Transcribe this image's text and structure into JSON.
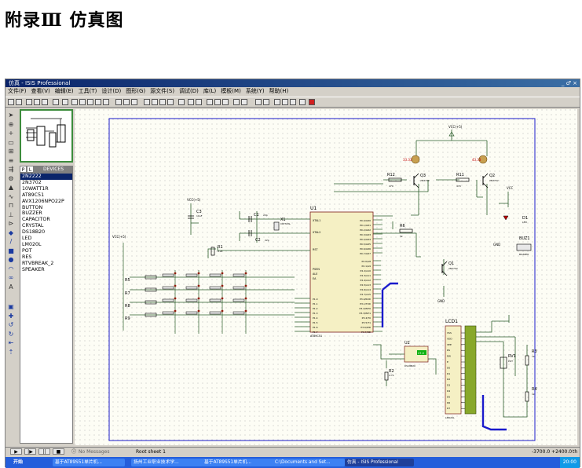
{
  "heading": "附录Ⅲ  仿真图",
  "window": {
    "title": "仿真 - ISIS Professional",
    "controls": "_ ♂ ×",
    "menu": [
      "文件(F)",
      "查看(V)",
      "编辑(E)",
      "工具(T)",
      "设计(D)",
      "图形(G)",
      "源文件(S)",
      "调试(D)",
      "库(L)",
      "模板(M)",
      "系统(Y)",
      "帮助(H)"
    ]
  },
  "panel": {
    "tab_p": "P",
    "tab_l": "L",
    "tab_devices": "DEVICES",
    "devices": [
      "2N2222",
      "2N3702",
      "10WATT1R",
      "AT89C51",
      "AVX1206NPO22P",
      "BUTTON",
      "BUZZER",
      "CAPACITOR",
      "CRYSTAL",
      "DS18B20",
      "LED",
      "LM020L",
      "POT",
      "RES",
      "RTVBREAK_2",
      "SPEAKER"
    ],
    "selected_index": 0
  },
  "status": {
    "messages": "No Messages",
    "sheet": "Root sheet 1",
    "coords": "-3700.0  +2400.0",
    "unit": "th"
  },
  "taskbar": {
    "start": "开始",
    "tasks": [
      "基于AT89S51单片机...",
      "扬州工业职业技术学...",
      "基于AT89S51单片机...",
      "C:\\Documents and Set...",
      "仿真 - ISIS Professional"
    ],
    "active_index": 4,
    "clock": "20:00"
  },
  "schematic": {
    "labels": {
      "vcc1": "VCC(+5)",
      "vcc2": "VCC(+5)",
      "vcc3": "VCC",
      "vcc4": "VCC(+5)",
      "c1": "C1",
      "c1v": "22p",
      "c2": "C2",
      "c2v": "22p",
      "c3": "C3",
      "c3v": "10uF",
      "x1": "X1",
      "x1v": "CRYSTAL",
      "r1": "R1",
      "r1v": "8.2k",
      "u1": "U1",
      "u1v": "AT89C51",
      "r12": "R12",
      "r12v": "470",
      "r11": "R11",
      "r11v": "470",
      "q3": "Q3",
      "q3v": "2N3702",
      "q2": "Q2",
      "q2v": "2N3702",
      "q1": "Q1",
      "q1v": "2N3702",
      "r6": "R6",
      "r6v": "5k",
      "d1": "D1",
      "d1v": "LED",
      "buz1": "BUZ1",
      "buz1v": "BUZZER",
      "r5": "R5",
      "r7": "R7",
      "r8": "R8",
      "r9": "R9",
      "u2": "U2",
      "u2v": "DS18B20",
      "u2disp": "27.0",
      "r2": "R2",
      "r2v": "4.7k",
      "lcd1": "LCD1",
      "lcd1v": "LM020L",
      "rv1": "RV1",
      "rv1v": "POT",
      "r3": "R3",
      "r3v": "1k",
      "r4": "R4",
      "r4v": "1k",
      "gnd": "GND",
      "led_a": "33.33",
      "led_b": "43.33",
      "xtal1": "XTAL1",
      "xtal2": "XTAL2",
      "rst": "RST",
      "psen": "PSEN",
      "ale": "ALE",
      "ea": "EA"
    },
    "p0_pins": [
      "P0.0/AD0",
      "P0.1/AD1",
      "P0.2/AD2",
      "P0.3/AD3",
      "P0.4/AD4",
      "P0.5/AD5",
      "P0.6/AD6",
      "P0.7/AD7"
    ],
    "p2_pins": [
      "P2.0/A8",
      "P2.1/A9",
      "P2.2/A10",
      "P2.3/A11",
      "P2.4/A12",
      "P2.5/A13",
      "P2.6/A14",
      "P2.7/A15"
    ],
    "p1_pins": [
      "P1.0",
      "P1.1",
      "P1.2",
      "P1.3",
      "P1.4",
      "P1.5",
      "P1.6",
      "P1.7"
    ],
    "p3_pins": [
      "P3.0/RXD",
      "P3.1/TXD",
      "P3.2/INT0",
      "P3.3/INT1",
      "P3.4/T0",
      "P3.5/T1",
      "P3.6/WR",
      "P3.7/RD"
    ],
    "lcd_pins": [
      "VSS",
      "VDD",
      "VEE",
      "RS",
      "RW",
      "E",
      "D0",
      "D1",
      "D2",
      "D3",
      "D4",
      "D5",
      "D6",
      "D7"
    ]
  }
}
